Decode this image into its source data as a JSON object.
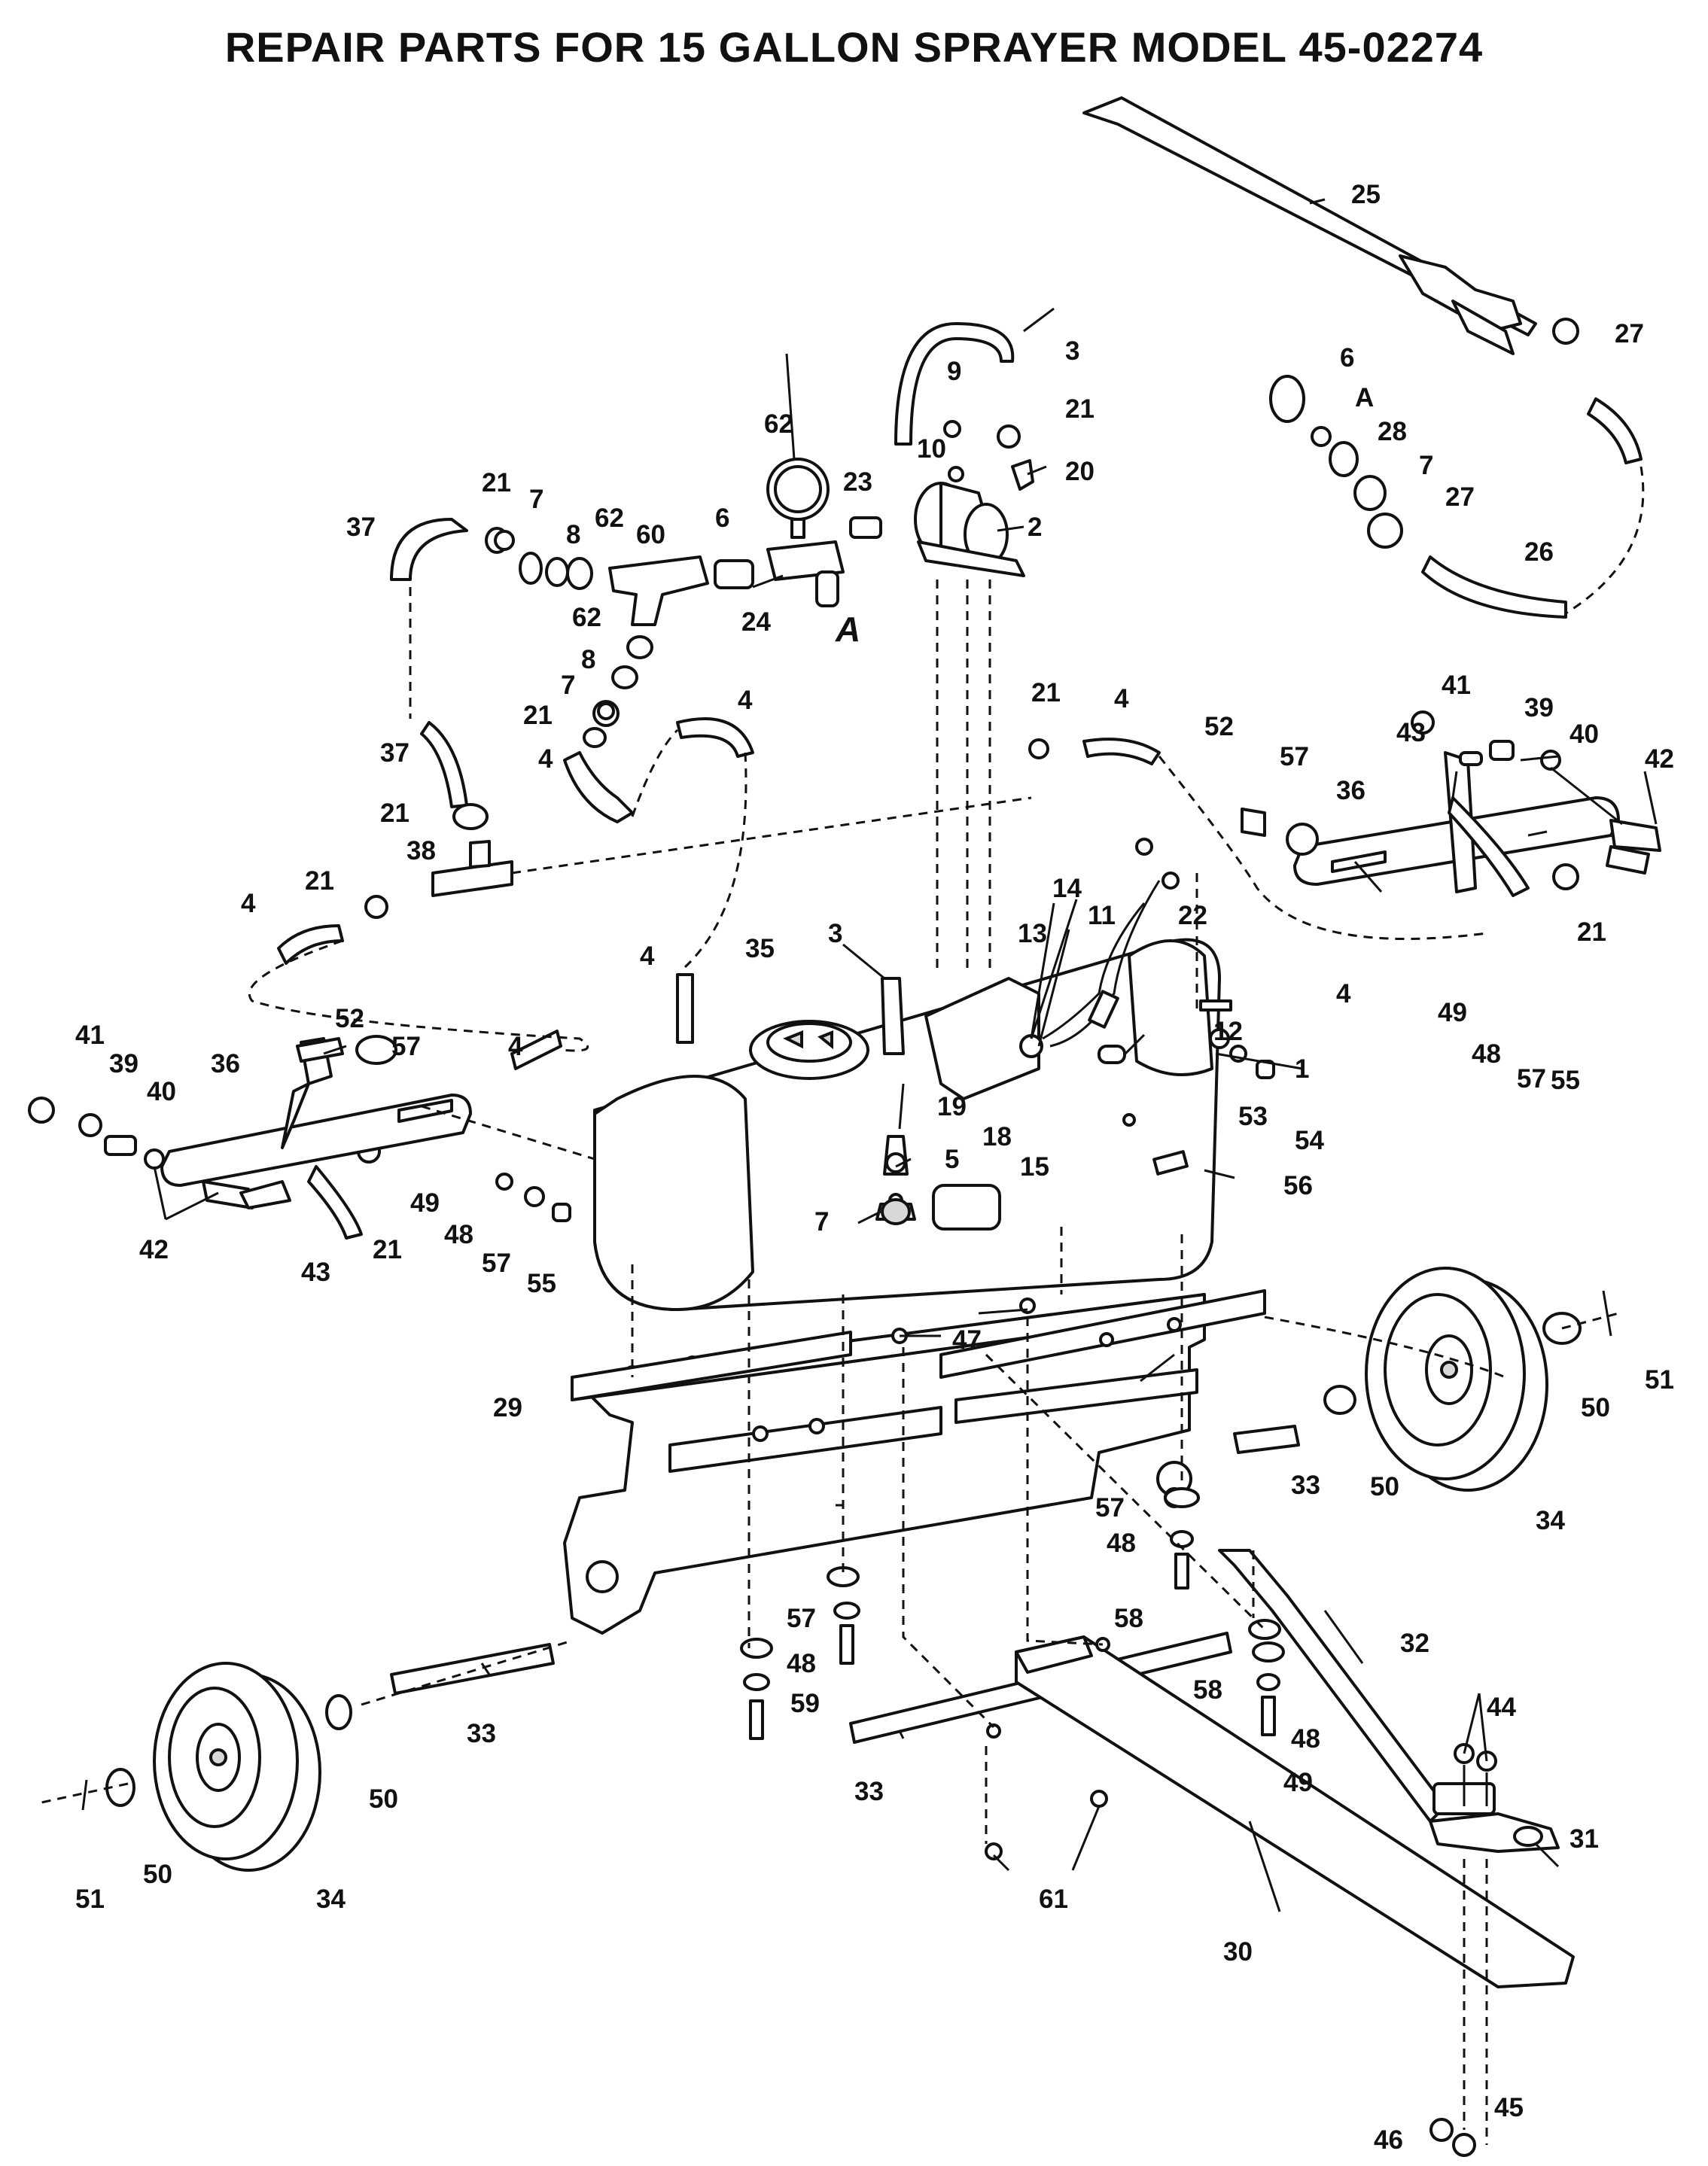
{
  "title": "REPAIR PARTS FOR 15 GALLON SPRAYER  MODEL 45-02274",
  "callouts": [
    {
      "id": "c1",
      "text": "1"
    },
    {
      "id": "c2",
      "text": "2"
    },
    {
      "id": "c3a",
      "text": "3"
    },
    {
      "id": "c3b",
      "text": "3"
    },
    {
      "id": "c4a",
      "text": "4"
    },
    {
      "id": "c4b",
      "text": "4"
    },
    {
      "id": "c4c",
      "text": "4"
    },
    {
      "id": "c4d",
      "text": "4"
    },
    {
      "id": "c4e",
      "text": "4"
    },
    {
      "id": "c4f",
      "text": "4"
    },
    {
      "id": "c4g",
      "text": "4"
    },
    {
      "id": "c5",
      "text": "5"
    },
    {
      "id": "c6a",
      "text": "6"
    },
    {
      "id": "c6b",
      "text": "6"
    },
    {
      "id": "c7a",
      "text": "7"
    },
    {
      "id": "c7b",
      "text": "7"
    },
    {
      "id": "c7c",
      "text": "7"
    },
    {
      "id": "c7d",
      "text": "7"
    },
    {
      "id": "c8a",
      "text": "8"
    },
    {
      "id": "c8b",
      "text": "8"
    },
    {
      "id": "c9",
      "text": "9"
    },
    {
      "id": "c10",
      "text": "10"
    },
    {
      "id": "c11",
      "text": "11"
    },
    {
      "id": "c12",
      "text": "12"
    },
    {
      "id": "c13",
      "text": "13"
    },
    {
      "id": "c14",
      "text": "14"
    },
    {
      "id": "c15",
      "text": "15"
    },
    {
      "id": "c18",
      "text": "18"
    },
    {
      "id": "c19",
      "text": "19"
    },
    {
      "id": "c20",
      "text": "20"
    },
    {
      "id": "c21a",
      "text": "21"
    },
    {
      "id": "c21b",
      "text": "21"
    },
    {
      "id": "c21c",
      "text": "21"
    },
    {
      "id": "c21d",
      "text": "21"
    },
    {
      "id": "c21e",
      "text": "21"
    },
    {
      "id": "c21f",
      "text": "21"
    },
    {
      "id": "c21g",
      "text": "21"
    },
    {
      "id": "c21h",
      "text": "21"
    },
    {
      "id": "c22",
      "text": "22"
    },
    {
      "id": "c23",
      "text": "23"
    },
    {
      "id": "c24",
      "text": "24"
    },
    {
      "id": "c25",
      "text": "25"
    },
    {
      "id": "c26",
      "text": "26"
    },
    {
      "id": "c27a",
      "text": "27"
    },
    {
      "id": "c27b",
      "text": "27"
    },
    {
      "id": "c28",
      "text": "28"
    },
    {
      "id": "c29",
      "text": "29"
    },
    {
      "id": "c30",
      "text": "30"
    },
    {
      "id": "c31",
      "text": "31"
    },
    {
      "id": "c32",
      "text": "32"
    },
    {
      "id": "c33a",
      "text": "33"
    },
    {
      "id": "c33b",
      "text": "33"
    },
    {
      "id": "c33c",
      "text": "33"
    },
    {
      "id": "c34a",
      "text": "34"
    },
    {
      "id": "c34b",
      "text": "34"
    },
    {
      "id": "c35",
      "text": "35"
    },
    {
      "id": "c36a",
      "text": "36"
    },
    {
      "id": "c36b",
      "text": "36"
    },
    {
      "id": "c37a",
      "text": "37"
    },
    {
      "id": "c37b",
      "text": "37"
    },
    {
      "id": "c38",
      "text": "38"
    },
    {
      "id": "c39a",
      "text": "39"
    },
    {
      "id": "c39b",
      "text": "39"
    },
    {
      "id": "c40a",
      "text": "40"
    },
    {
      "id": "c40b",
      "text": "40"
    },
    {
      "id": "c41a",
      "text": "41"
    },
    {
      "id": "c41b",
      "text": "41"
    },
    {
      "id": "c42a",
      "text": "42"
    },
    {
      "id": "c42b",
      "text": "42"
    },
    {
      "id": "c43a",
      "text": "43"
    },
    {
      "id": "c43b",
      "text": "43"
    },
    {
      "id": "c44",
      "text": "44"
    },
    {
      "id": "c45",
      "text": "45"
    },
    {
      "id": "c46",
      "text": "46"
    },
    {
      "id": "c47",
      "text": "47"
    },
    {
      "id": "c48a",
      "text": "48"
    },
    {
      "id": "c48b",
      "text": "48"
    },
    {
      "id": "c48c",
      "text": "48"
    },
    {
      "id": "c48d",
      "text": "48"
    },
    {
      "id": "c48e",
      "text": "48"
    },
    {
      "id": "c49a",
      "text": "49"
    },
    {
      "id": "c49b",
      "text": "49"
    },
    {
      "id": "c49c",
      "text": "49"
    },
    {
      "id": "c50a",
      "text": "50"
    },
    {
      "id": "c50b",
      "text": "50"
    },
    {
      "id": "c50c",
      "text": "50"
    },
    {
      "id": "c50d",
      "text": "50"
    },
    {
      "id": "c51a",
      "text": "51"
    },
    {
      "id": "c51b",
      "text": "51"
    },
    {
      "id": "c52a",
      "text": "52"
    },
    {
      "id": "c52b",
      "text": "52"
    },
    {
      "id": "c53",
      "text": "53"
    },
    {
      "id": "c54",
      "text": "54"
    },
    {
      "id": "c55a",
      "text": "55"
    },
    {
      "id": "c55b",
      "text": "55"
    },
    {
      "id": "c56",
      "text": "56"
    },
    {
      "id": "c57a",
      "text": "57"
    },
    {
      "id": "c57b",
      "text": "57"
    },
    {
      "id": "c57c",
      "text": "57"
    },
    {
      "id": "c57d",
      "text": "57"
    },
    {
      "id": "c57e",
      "text": "57"
    },
    {
      "id": "c57f",
      "text": "57"
    },
    {
      "id": "c58a",
      "text": "58"
    },
    {
      "id": "c58b",
      "text": "58"
    },
    {
      "id": "c59",
      "text": "59"
    },
    {
      "id": "c60",
      "text": "60"
    },
    {
      "id": "c61",
      "text": "61"
    },
    {
      "id": "c62a",
      "text": "62"
    },
    {
      "id": "c62b",
      "text": "62"
    },
    {
      "id": "c62c",
      "text": "62"
    },
    {
      "id": "cAa",
      "text": "A"
    },
    {
      "id": "cAb",
      "text": "A"
    }
  ]
}
